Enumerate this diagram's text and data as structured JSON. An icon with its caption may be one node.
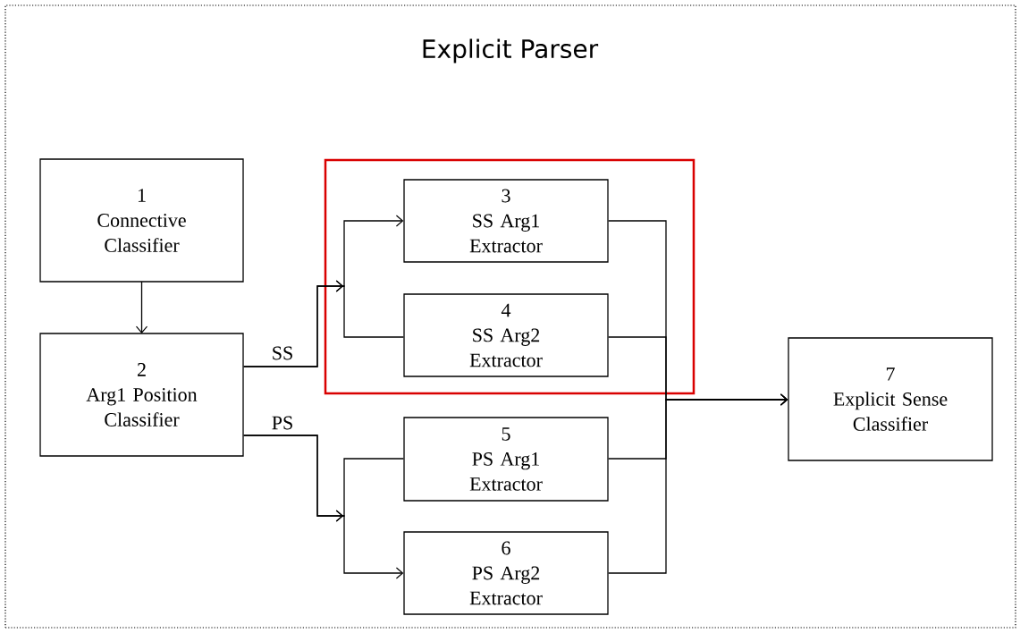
{
  "diagram": {
    "title": "Explicit Parser",
    "nodes": [
      {
        "text": [],
        "shape": "box"
      },
      {
        "text": [
          "1",
          "Connective Classifier"
        ],
        "in": 0
      },
      {
        "text": [
          "2",
          "Arg1 Position Classifier"
        ],
        "in": 0
      },
      {
        "text": [],
        "shape": "box",
        "in": 0
      },
      {
        "text": [
          "3",
          "SS Arg1 Extractor"
        ],
        "in": 3
      },
      {
        "text": [
          "4",
          "SS Arg2 Extractor"
        ],
        "in": 3
      },
      {
        "text": [
          "5",
          "PS Arg1 Extractor"
        ],
        "in": 0
      },
      {
        "text": [
          "6",
          "PS Arg2 Extractor"
        ],
        "in": 0
      },
      {
        "text": [
          "7",
          "Explicit Sense Classifier"
        ],
        "in": 0
      }
    ],
    "edges": [
      {
        "from": 1,
        "to": 2,
        "arrow": "to"
      },
      {
        "from": 2,
        "to": 4,
        "arrow": "to",
        "label": "SS"
      },
      {
        "from": 2,
        "to": 5,
        "arrow": "to"
      },
      {
        "from": 2,
        "to": 6,
        "arrow": "to",
        "label": "PS"
      },
      {
        "from": 2,
        "to": 7,
        "arrow": "to"
      },
      {
        "from": 4,
        "to": 8,
        "arrow": "to"
      },
      {
        "from": 5,
        "to": 8,
        "arrow": "to"
      },
      {
        "from": 6,
        "to": 8,
        "arrow": "to"
      },
      {
        "from": 7,
        "to": 8,
        "arrow": "to"
      }
    ]
  }
}
